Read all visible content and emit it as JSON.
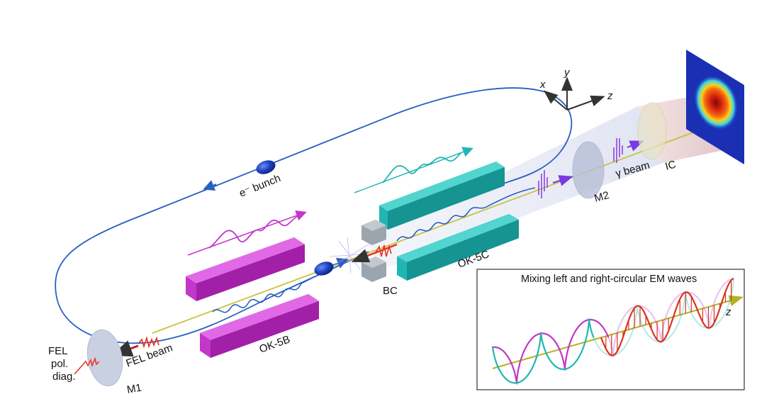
{
  "figure": {
    "description": "Schematic of an FEL-driven gamma-ray source: electron storage ring with OK-5B and OK-5C undulators, buncher (BC), mirrors M1 and M2, gamma beam and imaging camera (IC), with inset of mixing left- and right-circular EM waves."
  },
  "labels": {
    "e_bunch": "e⁻ bunch",
    "fel_beam": "FEL beam",
    "fel_diag_line1": "FEL",
    "fel_diag_line2": "pol.",
    "fel_diag_line3": "diag.",
    "m1": "M1",
    "m2": "M2",
    "ok5b": "OK-5B",
    "ok5c": "OK-5C",
    "bc": "BC",
    "gamma_beam": "γ beam",
    "ic": "IC"
  },
  "axes": {
    "x": "x",
    "y": "y",
    "z": "z"
  },
  "inset": {
    "title": "Mixing left and right-circular EM waves",
    "axis_label": "z"
  },
  "colors": {
    "electron_path": "#2a5fc4",
    "bunch": "#1d3fb0",
    "ok5b_magnet": "#c236c9",
    "ok5c_magnet": "#20b7b3",
    "fel_wave": "#e8321e",
    "gamma_pulse": "#8a3ae0",
    "beam_axis": "#c8c23a",
    "bc_block": "#9aa5ad",
    "mirror": "#c9d0e2",
    "detector_bg": "#1a2fb4"
  }
}
